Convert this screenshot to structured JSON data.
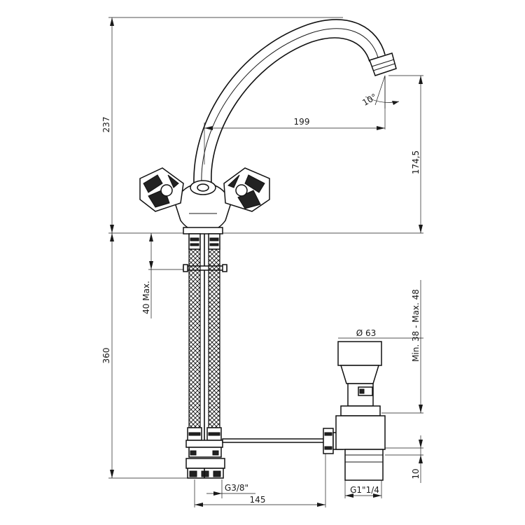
{
  "dimensions": {
    "total_height_upper": "237",
    "spout_reach": "199",
    "spout_height": "174,5",
    "spout_angle": "10°",
    "hose_max": "40 Max.",
    "hose_length": "360",
    "waste_diameter": "Ø 63",
    "waste_range": "Min. 38 - Max. 48",
    "waste_thread": "G1\"1/4",
    "thread_size": "G3/8\"",
    "offset": "145",
    "waste_height": "10"
  }
}
